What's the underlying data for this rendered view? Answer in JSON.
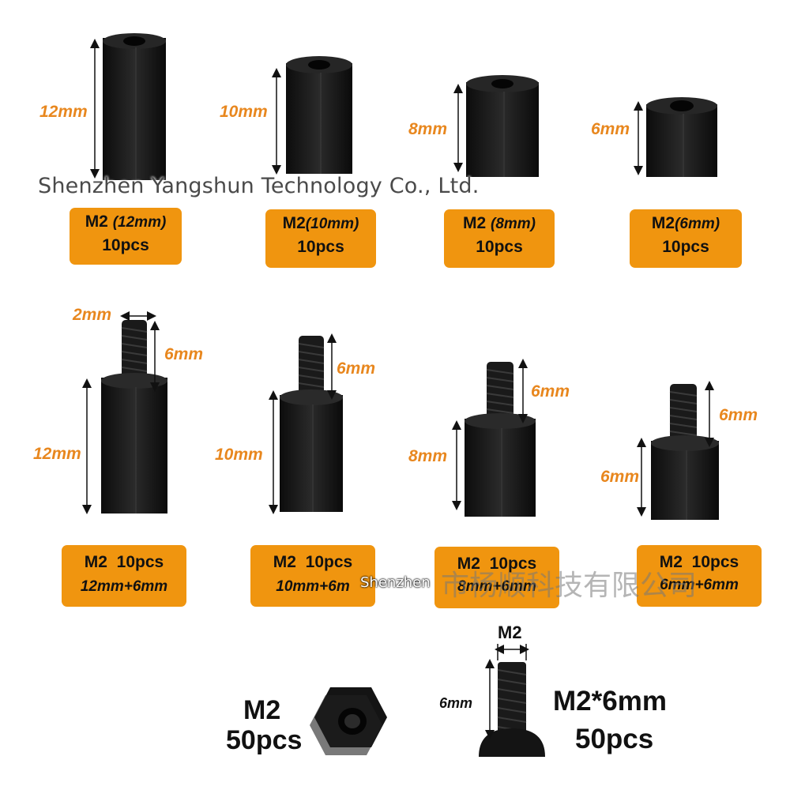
{
  "watermark_en": "Shenzhen Yangshun Technology Co., Ltd.",
  "watermark_cn": "市杨顺科技有限公司",
  "watermark_small": "Shenzhen",
  "colors": {
    "accent": "#f0950f",
    "dimension_text": "#e8871e",
    "part": "#151515"
  },
  "top_row": [
    {
      "dim": "12mm",
      "size": "M2",
      "length": "(12mm)",
      "qty": "10pcs"
    },
    {
      "dim": "10mm",
      "size": "M2",
      "length": "(10mm)",
      "qty": "10pcs"
    },
    {
      "dim": "8mm",
      "size": "M2",
      "length": "(8mm)",
      "qty": "10pcs"
    },
    {
      "dim": "6mm",
      "size": "M2",
      "length": "(6mm)",
      "qty": "10pcs"
    }
  ],
  "middle_row": [
    {
      "thread_dim": "6mm",
      "body_dim": "12mm",
      "label": "M2  10pcs",
      "spec": "12mm+6mm"
    },
    {
      "thread_dim": "6mm",
      "body_dim": "10mm",
      "label": "M2  10pcs",
      "spec": "10mm+6m"
    },
    {
      "thread_dim": "6mm",
      "body_dim": "8mm",
      "label": "M2  10pcs",
      "spec": "8mm+6mm"
    },
    {
      "thread_dim": "6mm",
      "body_dim": "6mm",
      "label": "M2  10pcs",
      "spec": "6mm+6mm"
    }
  ],
  "width_dim": "2mm",
  "nut": {
    "size": "M2",
    "qty": "50pcs"
  },
  "screw": {
    "head_dim": "M2",
    "length_dim": "6mm",
    "size": "M2*6mm",
    "qty": "50pcs"
  }
}
